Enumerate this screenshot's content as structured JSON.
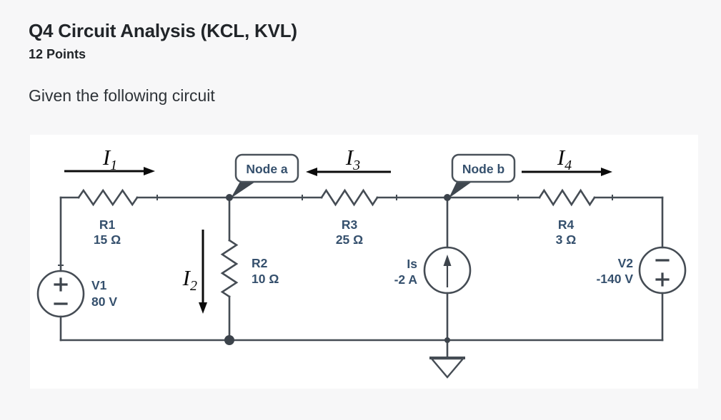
{
  "header": {
    "title": "Q4 Circuit Analysis (KCL, KVL)",
    "points": "12 Points"
  },
  "intro": {
    "text": "Given the following circuit"
  },
  "colors": {
    "page_background": "#f7f7f8",
    "canvas_background": "#ffffff",
    "wire": "#454c54",
    "component_label": "#35506d",
    "current_arrow": "#0b0b0b"
  },
  "circuit": {
    "currents": {
      "i1": {
        "base": "I",
        "sub": "1"
      },
      "i2": {
        "base": "I",
        "sub": "2"
      },
      "i3": {
        "base": "I",
        "sub": "3"
      },
      "i4": {
        "base": "I",
        "sub": "4"
      }
    },
    "nodes": {
      "a": {
        "label": "Node a"
      },
      "b": {
        "label": "Node b"
      }
    },
    "components": {
      "r1": {
        "name": "R1",
        "value": "15 Ω"
      },
      "r2": {
        "name": "R2",
        "value": "10 Ω"
      },
      "r3": {
        "name": "R3",
        "value": "25 Ω"
      },
      "r4": {
        "name": "R4",
        "value": "3 Ω"
      },
      "v1": {
        "name": "V1",
        "value": "80 V"
      },
      "v2": {
        "name": "V2",
        "value": "-140 V"
      },
      "is": {
        "name": "Is",
        "value": "-2 A"
      }
    }
  }
}
